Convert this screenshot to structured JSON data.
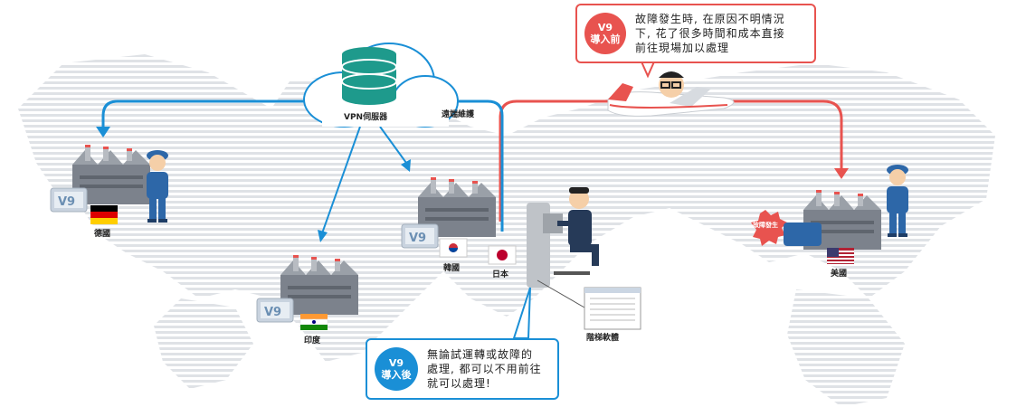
{
  "cloud": {
    "label": "VPN伺服器"
  },
  "remote_label": "遠端維護",
  "countries": {
    "germany": "德國",
    "india": "印度",
    "korea": "韓國",
    "japan": "日本",
    "usa": "美國"
  },
  "software_label": "階梯軟體",
  "device_label": "V9",
  "warning_label": "故障發生",
  "before": {
    "badge_line1": "V9",
    "badge_line2": "導入前",
    "line1": "故障發生時, 在原因不明情況",
    "line2": "下, 花了很多時間和成本直接",
    "line3": "前往現場加以處理"
  },
  "after": {
    "badge_line1": "V9",
    "badge_line2": "導入後",
    "line1": "無論試運轉或故障的",
    "line2": "處理, 都可以不用前往",
    "line3": "就可以處理!"
  },
  "colors": {
    "blue": "#1a8fd6",
    "red": "#e8534f",
    "map": "#e3e6ea",
    "factory": "#7c828c"
  }
}
